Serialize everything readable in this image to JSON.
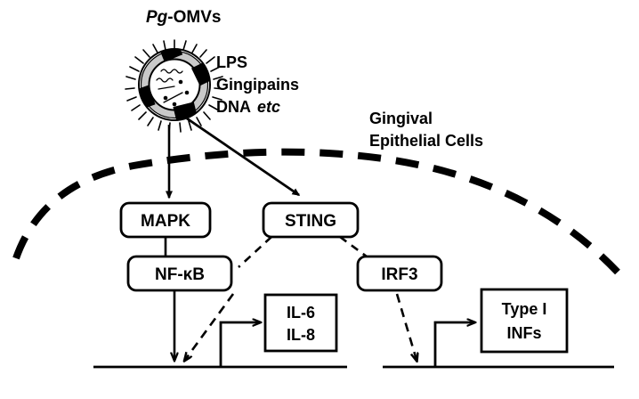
{
  "figure": {
    "title_italic": "Pg",
    "title_rest": "-OMVs",
    "cell_label_line1": "Gingival",
    "cell_label_line2": "Epithelial Cells"
  },
  "cargo_legend": {
    "items": [
      "LPS",
      "Gingipains"
    ],
    "dna_label": "DNA",
    "dna_suffix": "etc"
  },
  "nodes": {
    "mapk": "MAPK",
    "nfkb": "NF-κB",
    "sting": "STING",
    "irf3": "IRF3",
    "il6": "IL-6",
    "il8": "IL-8",
    "type1": "Type I",
    "infs": "INFs"
  },
  "colors": {
    "stroke": "#000000",
    "background": "#ffffff",
    "membrane_gray": "#c9c9c9",
    "vesicle_fill": "#ffffff"
  }
}
